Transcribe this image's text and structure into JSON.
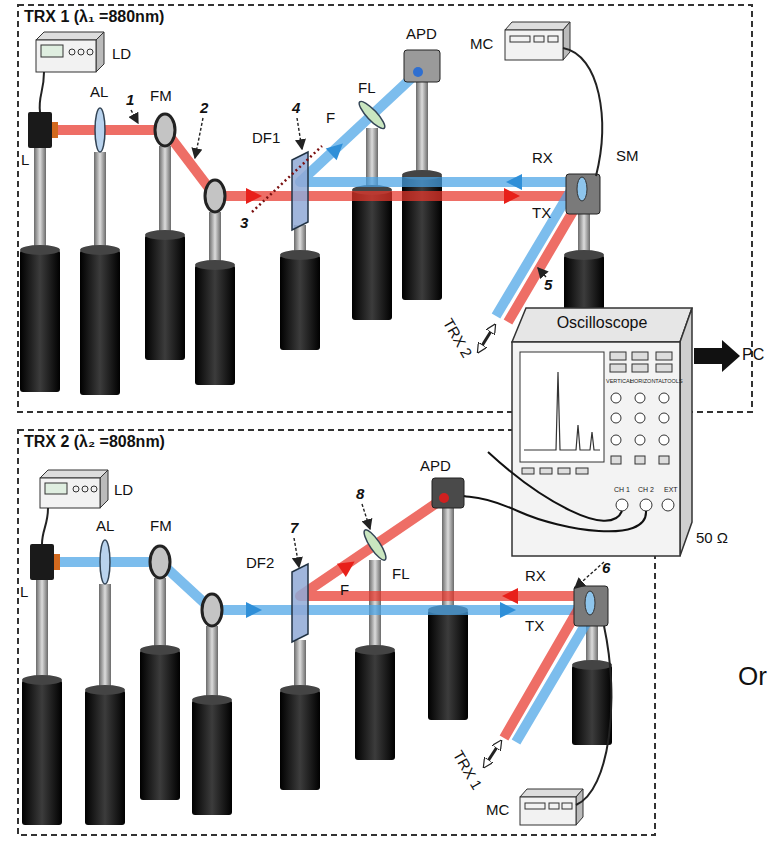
{
  "diagram": {
    "nodes": [
      {
        "text": [
          "TRX 1 (λ₁ =880nm)"
        ]
      },
      {
        "text": [
          "TRX 2 (λ₂ =808nm)"
        ]
      },
      {
        "text": [
          "Oscilloscope"
        ]
      }
    ],
    "labels": [
      "LD",
      "L",
      "AL",
      "1",
      "FM",
      "2",
      "3",
      "4",
      "DF1",
      "F",
      "FL",
      "APD",
      "MC",
      "RX",
      "TX",
      "SM",
      "TRX 2",
      "5",
      "VERTICAL",
      "HORIZONTAL",
      "TOOLS",
      "CH 1",
      "CH 2",
      "EXT",
      "50 Ω",
      "PC",
      "6",
      "Or",
      "LD",
      "L",
      "AL",
      "FM",
      "DF2",
      "7",
      "8",
      "F",
      "FL",
      "APD",
      "RX",
      "TX",
      "TRX 1",
      "MC"
    ]
  }
}
